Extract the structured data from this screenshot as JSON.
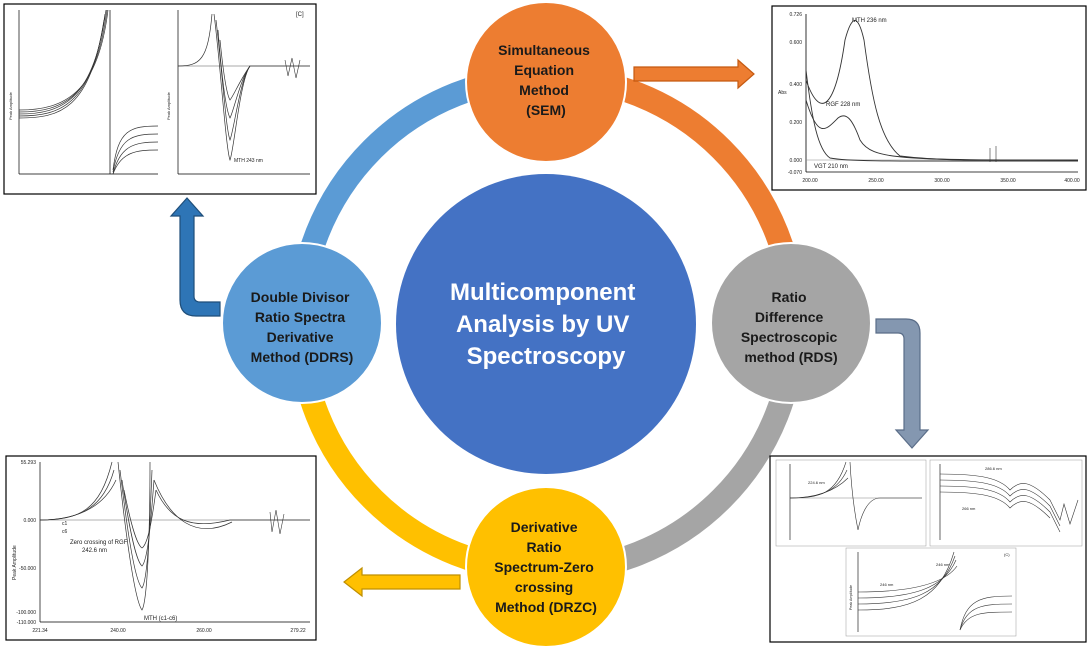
{
  "colors": {
    "orange": "#ED7D31",
    "gray": "#A5A5A5",
    "yellow": "#FFC000",
    "lightblue": "#5B9BD5",
    "center": "#4472C4",
    "arrow_gray_fill": "#8497B0",
    "arrow_blue_fill": "#2E75B6"
  },
  "center": {
    "lines": [
      "Multicomponent",
      "Analysis by UV",
      "Spectroscopy"
    ]
  },
  "methods": {
    "sem": {
      "lines": [
        "Simultaneous",
        "Equation",
        "Method",
        "(SEM)"
      ]
    },
    "rds": {
      "lines": [
        "Ratio",
        "Difference",
        "Spectroscopic",
        "method (RDS)"
      ]
    },
    "drzc": {
      "lines": [
        "Derivative",
        "Ratio",
        "Spectrum-Zero",
        "crossing",
        "Method (DRZC)"
      ]
    },
    "ddrs": {
      "lines": [
        "Double Divisor",
        "Ratio Spectra",
        "Derivative",
        "Method (DDRS)"
      ]
    }
  },
  "thumbnails": {
    "sem": {
      "peak_mth": "MTH 236 nm",
      "peak_rgf": "RGF 228 nm",
      "peak_vgt": "VGT 210 nm",
      "yticks": [
        "0.726",
        "0.600",
        "0.400",
        "0.200",
        "0.000",
        "-0.070"
      ],
      "xticks": [
        "200.00",
        "250.00",
        "300.00",
        "350.00",
        "400.00"
      ],
      "ylabel": "Abs"
    },
    "ddrs": {
      "panel_tag": "[C]",
      "ylabel_a": "Peak Amplitude",
      "ylabel_b": "Peak Amplitude",
      "annotation": "MTH 243 nm"
    },
    "drzc": {
      "yticks": [
        "55.293",
        "0.000",
        "-50.000",
        "-100.000",
        "-110.000"
      ],
      "xticks": [
        "221.34",
        "240.00",
        "260.00",
        "279.22"
      ],
      "ylabel": "Peak Amplitude",
      "legend_c1": "c1",
      "legend_c6": "c6",
      "zero_cross_1": "Zero crossing of RGF",
      "zero_cross_2": "242.6 nm",
      "mth_label": "MTH (c1-c6)"
    },
    "rds": {
      "a_label": "224.6 nm",
      "b_label_top": "286.6 nm",
      "b_label_low": "266 nm",
      "c_label_1": "246 nm",
      "c_label_2": "246 nm",
      "c_tag": "(C)",
      "ylabel": "Peak Amplitude"
    }
  }
}
